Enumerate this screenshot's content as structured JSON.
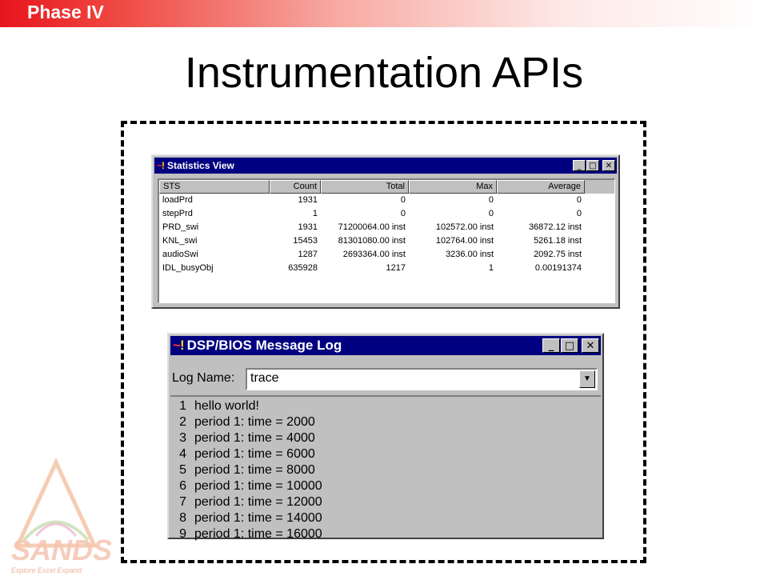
{
  "header": {
    "phase": "Phase IV"
  },
  "slide": {
    "title": "Instrumentation APIs"
  },
  "stats_window": {
    "title": "Statistics View",
    "columns": [
      "STS",
      "Count",
      "Total",
      "Max",
      "Average"
    ],
    "rows": [
      [
        "loadPrd",
        "1931",
        "0",
        "0",
        "0"
      ],
      [
        "stepPrd",
        "1",
        "0",
        "0",
        "0"
      ],
      [
        "PRD_swi",
        "1931",
        "71200064.00 inst",
        "102572.00 inst",
        "36872.12 inst"
      ],
      [
        "KNL_swi",
        "15453",
        "81301080.00 inst",
        "102764.00 inst",
        "5261.18 inst"
      ],
      [
        "audioSwi",
        "1287",
        "2693364.00 inst",
        "3236.00 inst",
        "2092.75 inst"
      ],
      [
        "IDL_busyObj",
        "635928",
        "1217",
        "1",
        "0.00191374"
      ]
    ]
  },
  "log_window": {
    "title": "DSP/BIOS Message Log",
    "log_name_label": "Log Name:",
    "log_name_value": "trace",
    "entries": [
      {
        "n": "1",
        "msg": "hello world!"
      },
      {
        "n": "2",
        "msg": "period 1: time = 2000"
      },
      {
        "n": "3",
        "msg": "period 1: time = 4000"
      },
      {
        "n": "4",
        "msg": "period 1: time = 6000"
      },
      {
        "n": "5",
        "msg": "period 1: time = 8000"
      },
      {
        "n": "6",
        "msg": "period 1: time = 10000"
      },
      {
        "n": "7",
        "msg": "period 1: time = 12000"
      },
      {
        "n": "8",
        "msg": "period 1: time = 14000"
      },
      {
        "n": "9",
        "msg": "period 1: time = 16000"
      }
    ]
  },
  "logo": {
    "text": "SANDS",
    "tagline": "Explore Excel Expand"
  },
  "icons": {
    "minimize": "minimize-icon",
    "maximize": "maximize-icon",
    "close": "close-icon",
    "dropdown": "chevron-down-icon"
  },
  "colors": {
    "banner_red": "#e8141c",
    "titlebar": "#000080",
    "window_gray": "#c0c0c0",
    "logo_orange": "#f0a080"
  }
}
